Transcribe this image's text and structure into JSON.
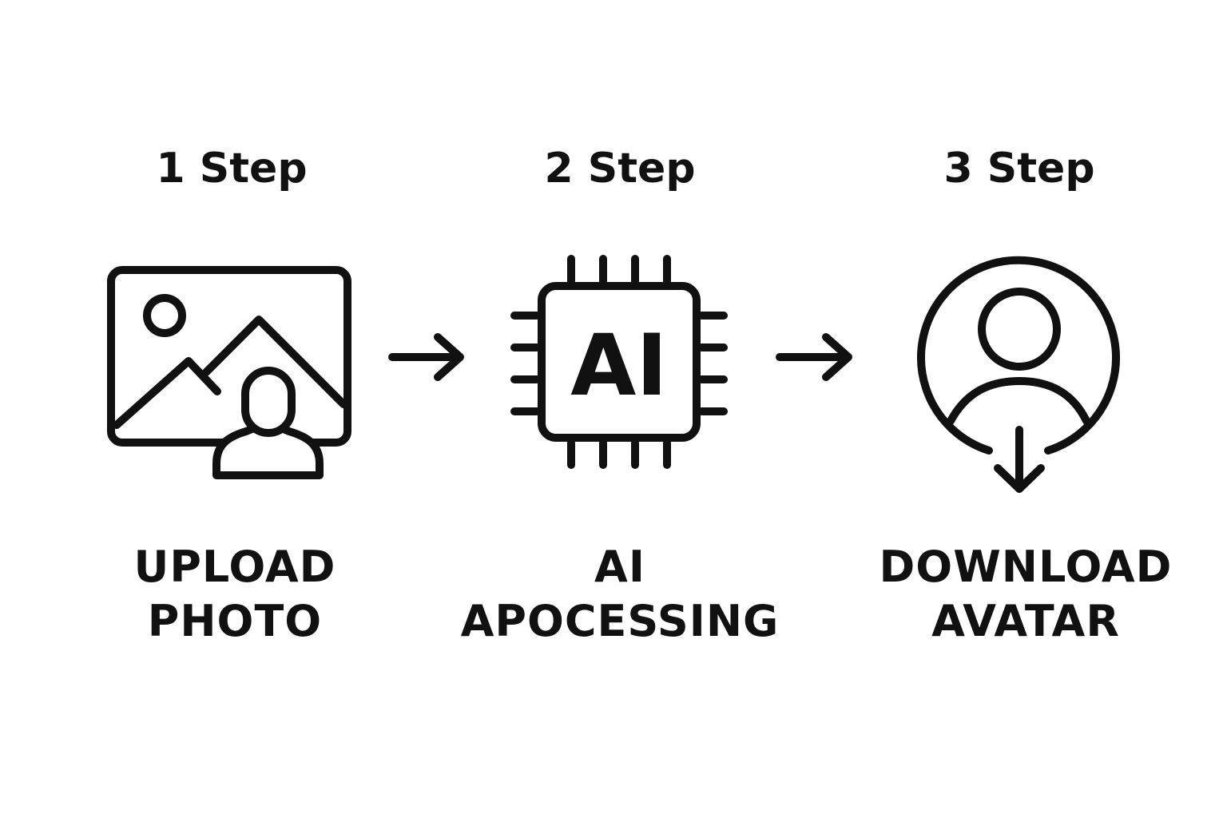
{
  "colors": {
    "background": "#ffffff",
    "ink": "#111111"
  },
  "steps": [
    {
      "heading": "1 Step",
      "icon": "photo-upload-icon",
      "caption_line1": "UPLOAD",
      "caption_line2": "PHOTO"
    },
    {
      "heading": "2 Step",
      "icon": "ai-chip-icon",
      "icon_text": "AI",
      "caption_line1": "AI",
      "caption_line2": "APOCESSING"
    },
    {
      "heading": "3 Step",
      "icon": "avatar-download-icon",
      "caption_line1": "DOWNLOAD",
      "caption_line2": "AVATAR"
    }
  ],
  "connectors": [
    {
      "icon": "arrow-right-icon"
    },
    {
      "icon": "arrow-right-icon"
    }
  ]
}
